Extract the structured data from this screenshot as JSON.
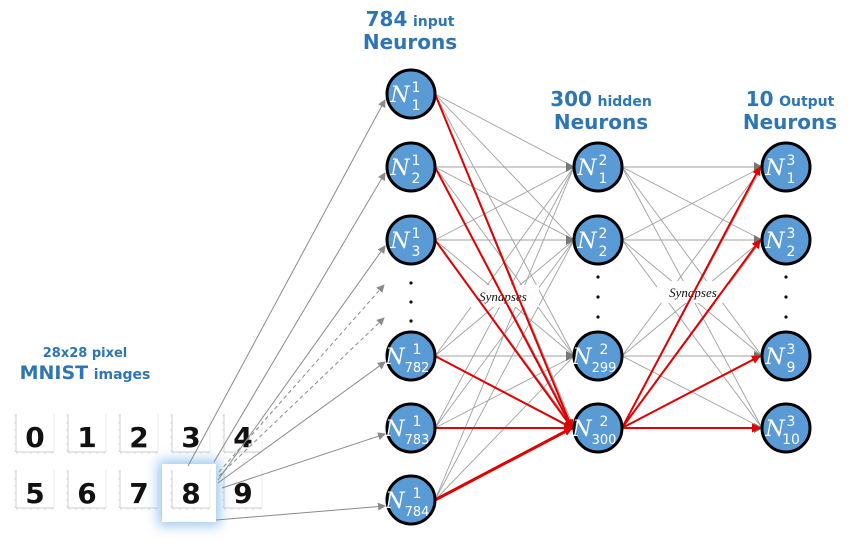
{
  "titles": {
    "input": {
      "count": "784",
      "kind": "input",
      "line2": "Neurons"
    },
    "hidden": {
      "count": "300",
      "kind": "hidden",
      "line2": "Neurons"
    },
    "output": {
      "count": "10",
      "kind": "Output",
      "line2": "Neurons"
    },
    "mnist": {
      "line1": "28x28 pixel",
      "line2_big": "MNIST",
      "line2_small": "images"
    }
  },
  "layers": {
    "input": [
      {
        "sup": "1",
        "sub": "1"
      },
      {
        "sup": "1",
        "sub": "2"
      },
      {
        "sup": "1",
        "sub": "3"
      },
      {
        "sup": "1",
        "sub": "782"
      },
      {
        "sup": "1",
        "sub": "783"
      },
      {
        "sup": "1",
        "sub": "784"
      }
    ],
    "hidden": [
      {
        "sup": "2",
        "sub": "1"
      },
      {
        "sup": "2",
        "sub": "2"
      },
      {
        "sup": "2",
        "sub": "299"
      },
      {
        "sup": "2",
        "sub": "300"
      }
    ],
    "output": [
      {
        "sup": "3",
        "sub": "1"
      },
      {
        "sup": "3",
        "sub": "2"
      },
      {
        "sup": "3",
        "sub": "9"
      },
      {
        "sup": "3",
        "sub": "10"
      }
    ]
  },
  "node_symbol": "N",
  "ellipsis": "·",
  "synapse_label": "Synapses",
  "mnist_digits": [
    "0",
    "1",
    "2",
    "3",
    "4",
    "5",
    "6",
    "7",
    "8",
    "9"
  ],
  "selected_digit": "8",
  "colors": {
    "title": "#2e75b6",
    "node_fill": "#5b9bd5",
    "node_stroke": "#000000",
    "edge": "#a0a0a0",
    "active_edge": "#e00000",
    "highlight_glow": "#9cc8f0"
  },
  "active_hidden_target": "300",
  "active_output_sources": "300"
}
